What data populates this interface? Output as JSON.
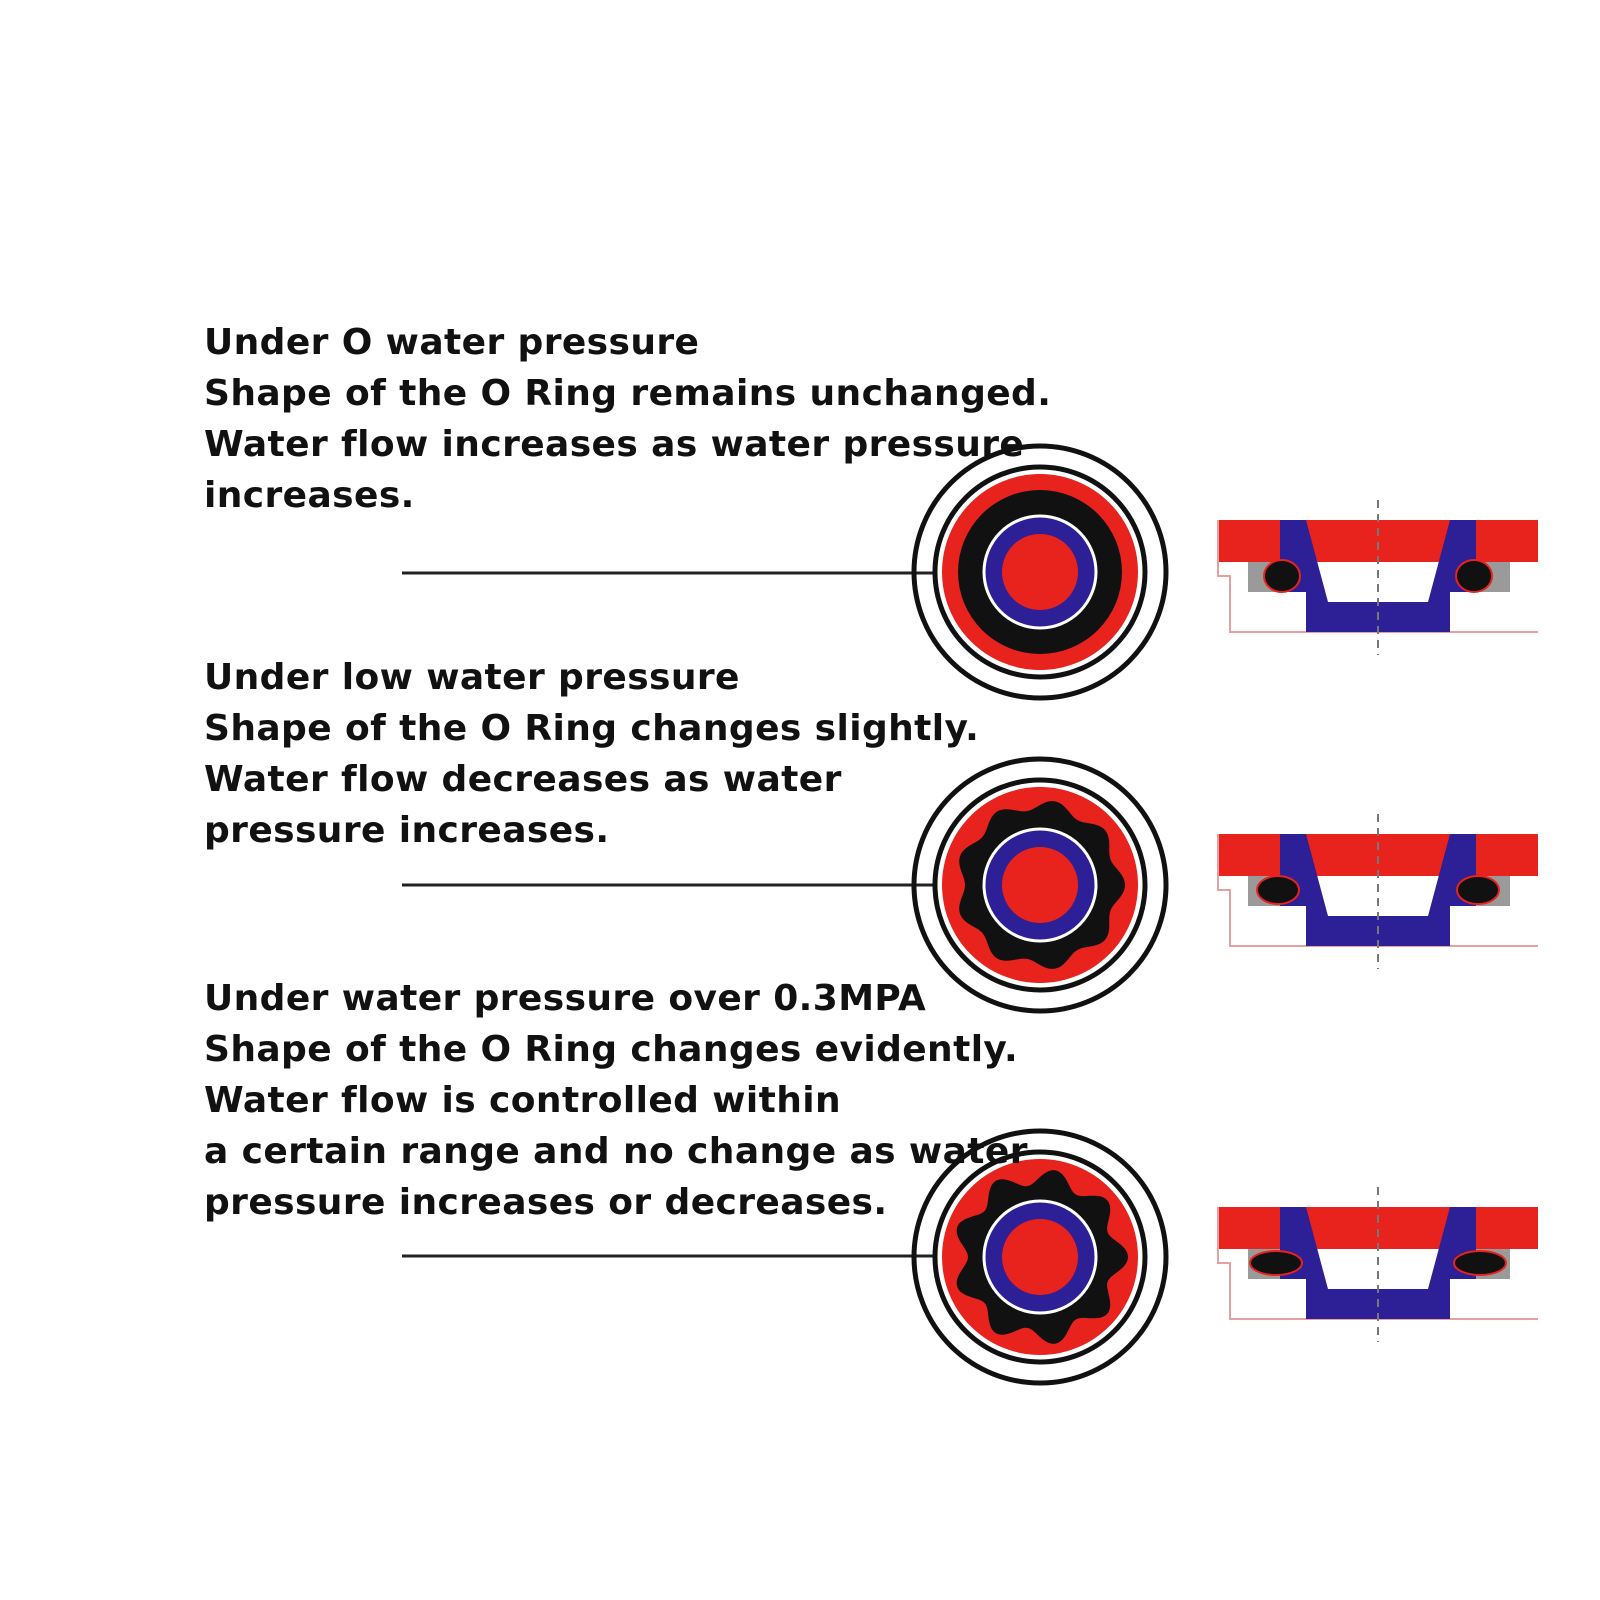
{
  "colors": {
    "red": "#e8221d",
    "blue": "#2d1f96",
    "black": "#111111",
    "gray": "#9a9a9a",
    "outline_red": "#e6a0a0"
  },
  "stages": [
    {
      "lines": [
        "Under O water pressure",
        "Shape of the O Ring remains unchanged.",
        "Water flow increases as water pressure",
        "increases."
      ],
      "ring_shape": "round",
      "seal_shape": "round"
    },
    {
      "lines": [
        "Under low water pressure",
        "Shape of the O Ring changes slightly.",
        "Water flow decreases as water",
        "pressure increases."
      ],
      "ring_shape": "wavy",
      "seal_shape": "slightly-flattened"
    },
    {
      "lines": [
        "Under water pressure over 0.3MPA",
        "Shape of the O Ring changes evidently.",
        "Water flow is controlled within",
        "a certain range and no change as water",
        "pressure increases or decreases."
      ],
      "ring_shape": "strongly-wavy",
      "seal_shape": "flattened"
    }
  ]
}
